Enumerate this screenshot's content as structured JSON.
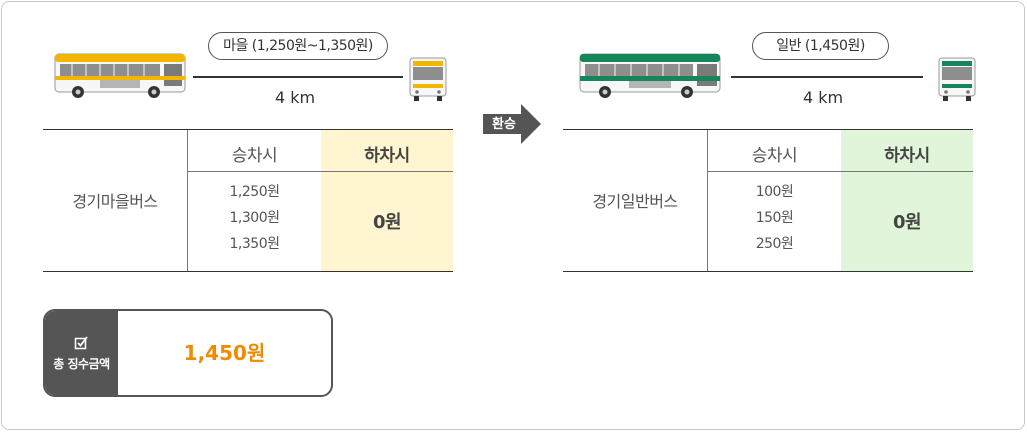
{
  "route1": {
    "label": "마을 (1,250원~1,350원)",
    "distance": "4 km",
    "company": "경기마을버스",
    "col_board": "승차시",
    "col_alight": "하차시",
    "board_fares": [
      "1,250원",
      "1,300원",
      "1,350원"
    ],
    "alight_fare": "0원",
    "bus_color": "#f2b600"
  },
  "transfer_label": "환승",
  "route2": {
    "label": "일반 (1,450원)",
    "distance": "4 km",
    "company": "경기일반버스",
    "col_board": "승차시",
    "col_alight": "하차시",
    "board_fares": [
      "100원",
      "150원",
      "250원"
    ],
    "alight_fare": "0원",
    "bus_color": "#16855a"
  },
  "total": {
    "icon": "checkbox-icon",
    "label": "총 징수금액",
    "value": "1,450원",
    "accent": "#f28a00"
  }
}
